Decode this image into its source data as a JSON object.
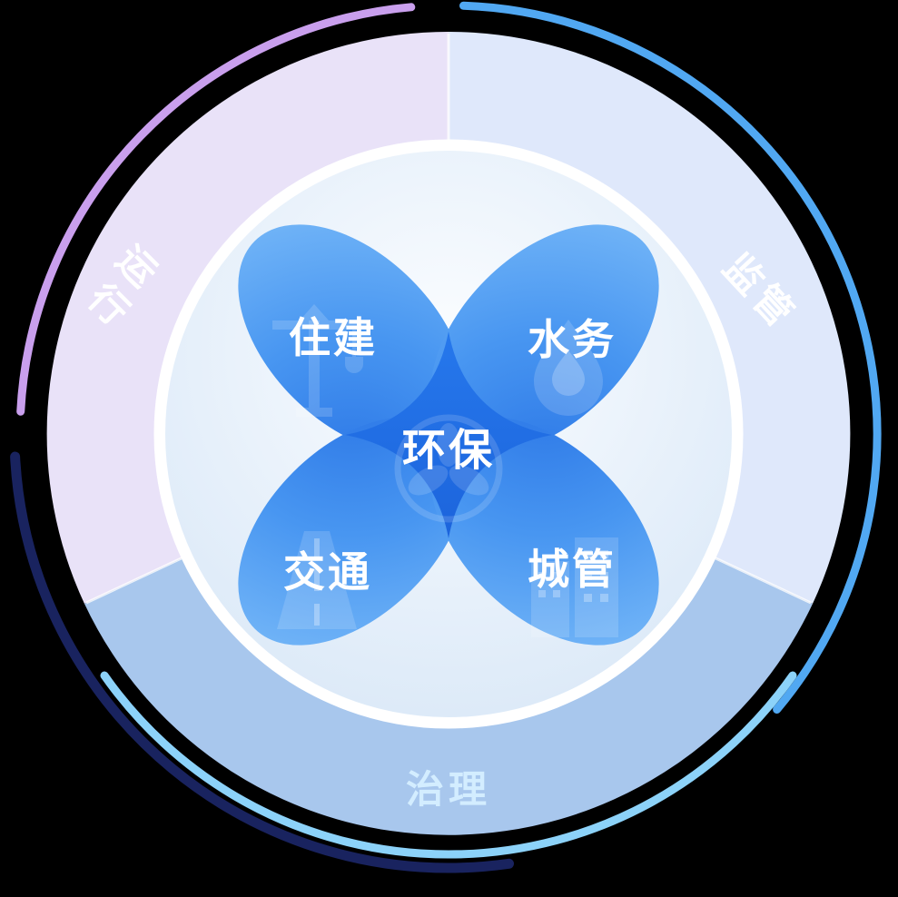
{
  "canvas": {
    "background": "#000000"
  },
  "ring": {
    "sectors": [
      {
        "id": "operation",
        "label": "运行",
        "fill": "#E9E2F8",
        "text_color": "#FFFFFF"
      },
      {
        "id": "supervision",
        "label": "监管",
        "fill": "#DFE8FB",
        "text_color": "#FFFFFF"
      },
      {
        "id": "governance",
        "label": "治理",
        "fill": "#A8C7ED",
        "text_color": "#D3EDFF"
      }
    ]
  },
  "arcs": [
    {
      "id": "purple-arc",
      "color": "#C99FED"
    },
    {
      "id": "blue-arc",
      "color": "#51A8F2"
    },
    {
      "id": "navy-arc",
      "color": "#19235F"
    },
    {
      "id": "sky-arc",
      "color": "#8CD2F9"
    }
  ],
  "petals": [
    {
      "id": "housing",
      "label": "住建",
      "icon": "crane-icon"
    },
    {
      "id": "water",
      "label": "水务",
      "icon": "water-drop-icon"
    },
    {
      "id": "transport",
      "label": "交通",
      "icon": "road-icon"
    },
    {
      "id": "urban-management",
      "label": "城管",
      "icon": "buildings-icon"
    }
  ],
  "center": {
    "label": "环保",
    "icon": "leaf-badge-icon"
  },
  "colors": {
    "petal_center": "#2B76E6",
    "petal_mid": "#4896F1",
    "petal_tip": "#79BAF8",
    "overlap_top": "#2678EC",
    "overlap_bottom": "#1C64DC",
    "disc_center": "#FBFDFF",
    "disc_edge": "#D8E7F7",
    "ring_color": "#FFFFFF"
  }
}
